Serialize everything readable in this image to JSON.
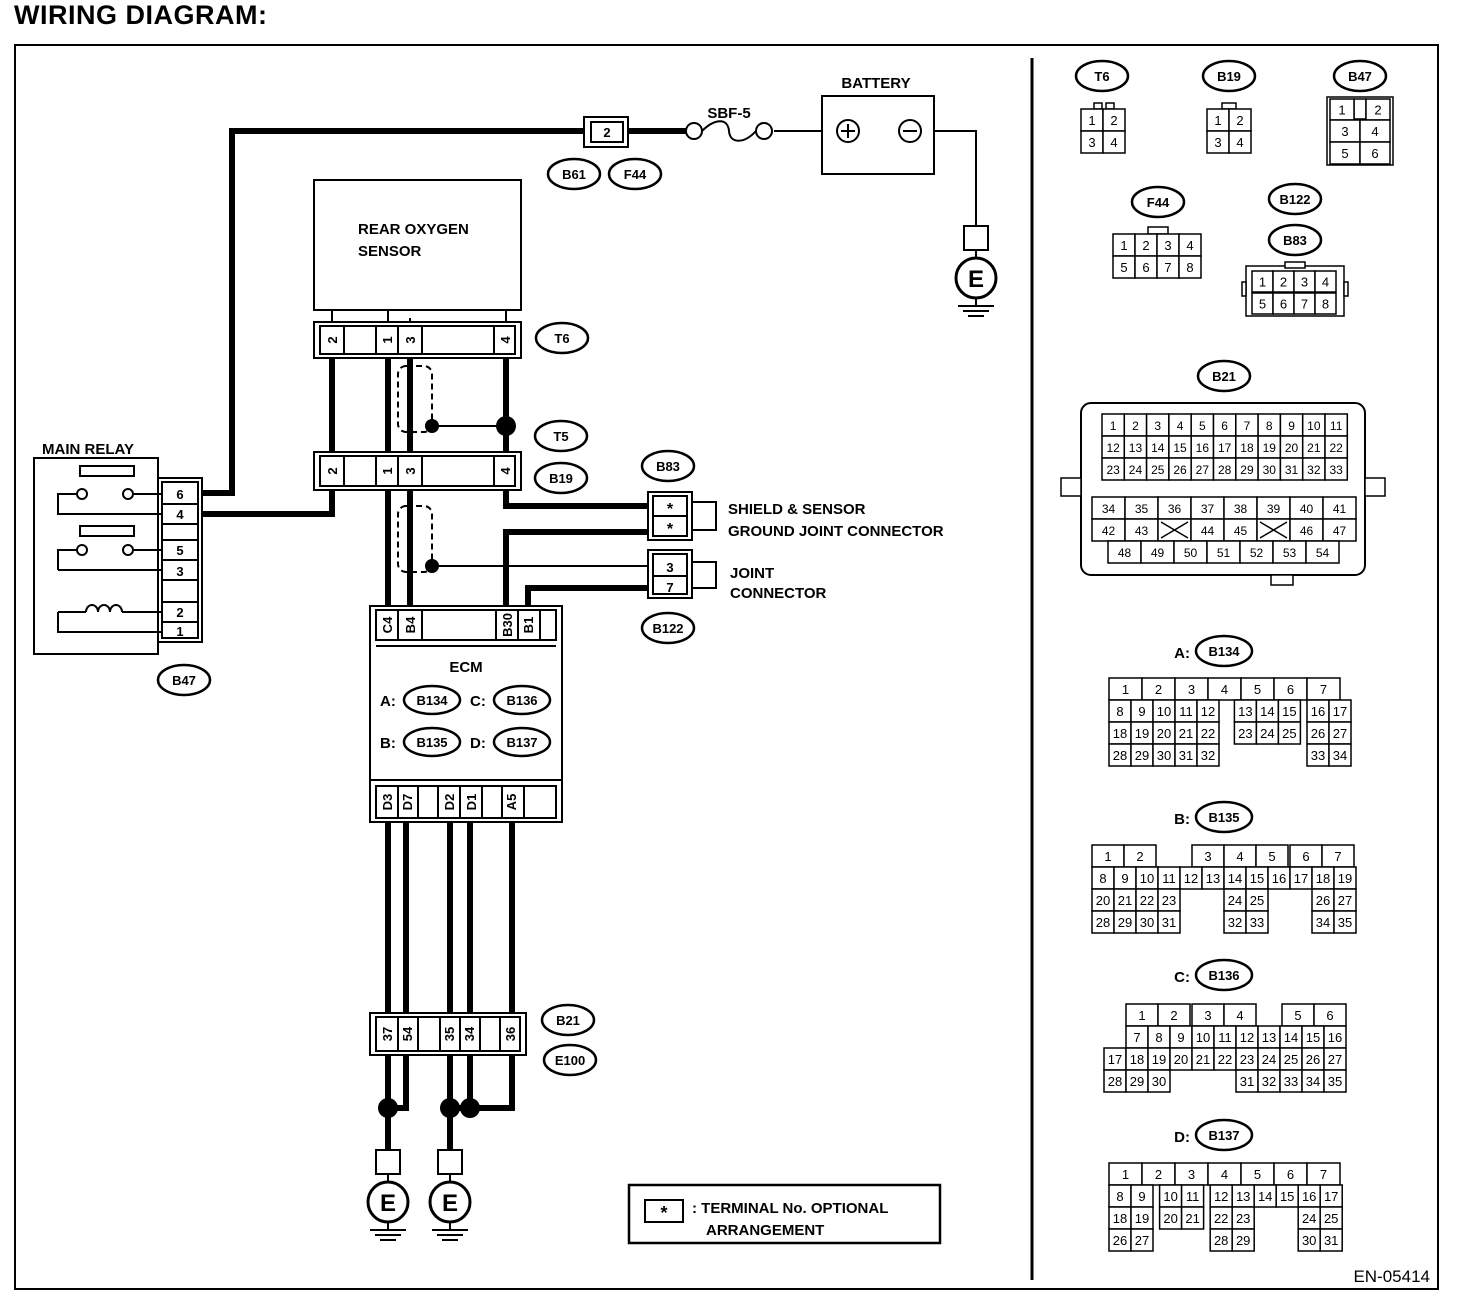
{
  "title": "WIRING DIAGRAM:",
  "figure_id": "EN-05414",
  "labels": {
    "battery": "BATTERY",
    "fuse": "SBF-5",
    "rear_o2_line1": "REAR OXYGEN",
    "rear_o2_line2": "SENSOR",
    "main_relay": "MAIN RELAY",
    "ecm": "ECM",
    "shield_line1": "SHIELD & SENSOR",
    "shield_line2": "GROUND JOINT CONNECTOR",
    "joint_line1": "JOINT",
    "joint_line2": "CONNECTOR",
    "legend_line1": ": TERMINAL No. OPTIONAL",
    "legend_line2": "ARRANGEMENT",
    "legend_symbol": "*",
    "ground": "E",
    "plus": "+",
    "minus": "−"
  },
  "ecm_connectors": {
    "a_prefix": "A:",
    "a": "B134",
    "b_prefix": "B:",
    "b": "B135",
    "c_prefix": "C:",
    "c": "B136",
    "d_prefix": "D:",
    "d": "B137"
  },
  "connector_tags": {
    "b61": "B61",
    "f44": "F44",
    "t6": "T6",
    "t5": "T5",
    "b19": "B19",
    "b83": "B83",
    "b122": "B122",
    "b47": "B47",
    "b21": "B21",
    "e100": "E100",
    "fuse_pin": "2"
  },
  "t6_pins": [
    "2",
    "1",
    "3",
    "4"
  ],
  "b19_pins": [
    "2",
    "1",
    "3",
    "4"
  ],
  "ecm_top_pins": [
    "C4",
    "B4",
    "B30",
    "B1"
  ],
  "ecm_bottom_pins": [
    "D3",
    "D7",
    "D2",
    "D1",
    "A5"
  ],
  "b21_pins": [
    "37",
    "54",
    "35",
    "34",
    "36"
  ],
  "relay_pins": [
    "6",
    "4",
    "5",
    "3",
    "2",
    "1"
  ],
  "b83_pins": [
    "*",
    "*"
  ],
  "b122_pins": [
    "3",
    "7"
  ],
  "side": {
    "t6": [
      "1",
      "2",
      "3",
      "4"
    ],
    "b19": [
      "1",
      "2",
      "3",
      "4"
    ],
    "b47": [
      "1",
      "2",
      "3",
      "4",
      "5",
      "6"
    ],
    "f44": [
      "1",
      "2",
      "3",
      "4",
      "5",
      "6",
      "7",
      "8"
    ],
    "b83": [
      "1",
      "2",
      "3",
      "4",
      "5",
      "6",
      "7",
      "8"
    ],
    "b21_rows": [
      [
        "1",
        "2",
        "3",
        "4",
        "5",
        "6",
        "7",
        "8",
        "9",
        "10",
        "11"
      ],
      [
        "12",
        "13",
        "14",
        "15",
        "16",
        "17",
        "18",
        "19",
        "20",
        "21",
        "22"
      ],
      [
        "23",
        "24",
        "25",
        "26",
        "27",
        "28",
        "29",
        "30",
        "31",
        "32",
        "33"
      ],
      [
        "34",
        "35",
        "36",
        "37",
        "38",
        "39",
        "40",
        "41"
      ],
      [
        "42",
        "43",
        "",
        "44",
        "45",
        "",
        "46",
        "47"
      ],
      [
        "48",
        "49",
        "50",
        "51",
        "52",
        "53",
        "54"
      ]
    ],
    "b134_rows": [
      [
        "1",
        "2",
        "3",
        "4",
        "5",
        "6",
        "7"
      ],
      [
        "8",
        "9",
        "10",
        "11",
        "12",
        "13",
        "14",
        "15",
        "16",
        "17"
      ],
      [
        "18",
        "19",
        "20",
        "21",
        "22",
        "23",
        "24",
        "25",
        "26",
        "27"
      ],
      [
        "28",
        "29",
        "30",
        "31",
        "32",
        "33",
        "34"
      ]
    ],
    "b135_rows": [
      [
        "1",
        "2",
        "3",
        "4",
        "5",
        "6",
        "7"
      ],
      [
        "8",
        "9",
        "10",
        "11",
        "12",
        "13",
        "14",
        "15",
        "16",
        "17",
        "18",
        "19"
      ],
      [
        "20",
        "21",
        "22",
        "23",
        "24",
        "25",
        "26",
        "27"
      ],
      [
        "28",
        "29",
        "30",
        "31",
        "32",
        "33",
        "34",
        "35"
      ]
    ],
    "b136_rows": [
      [
        "1",
        "2",
        "3",
        "4",
        "5",
        "6"
      ],
      [
        "7",
        "8",
        "9",
        "10",
        "11",
        "12",
        "13",
        "14",
        "15",
        "16"
      ],
      [
        "17",
        "18",
        "19",
        "20",
        "21",
        "22",
        "23",
        "24",
        "25",
        "26",
        "27"
      ],
      [
        "28",
        "29",
        "30",
        "31",
        "32",
        "33",
        "34",
        "35"
      ]
    ],
    "b137_rows": [
      [
        "1",
        "2",
        "3",
        "4",
        "5",
        "6",
        "7"
      ],
      [
        "8",
        "9",
        "10",
        "11",
        "12",
        "13",
        "14",
        "15",
        "16",
        "17"
      ],
      [
        "18",
        "19",
        "20",
        "21",
        "22",
        "23",
        "24",
        "25"
      ],
      [
        "26",
        "27",
        "28",
        "29",
        "30",
        "31"
      ]
    ]
  }
}
